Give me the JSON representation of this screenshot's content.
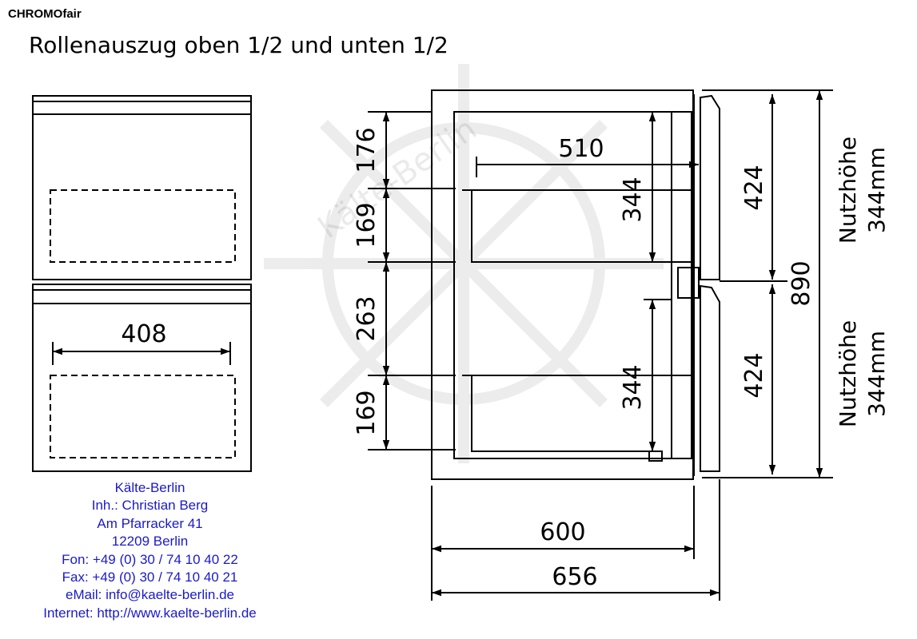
{
  "brand": "CHROMOfair",
  "title": "Rollenauszug oben 1/2 und unten 1/2",
  "dimensions": {
    "front_inner_width": "408",
    "drawer_depth": "510",
    "left_176": "176",
    "left_169_top": "169",
    "left_263": "263",
    "left_169_bottom": "169",
    "inner_344_top": "344",
    "inner_344_bottom": "344",
    "right_424_top": "424",
    "right_424_bottom": "424",
    "total_height": "890",
    "width_600": "600",
    "width_656": "656"
  },
  "labels": {
    "nutzhoehe_top": [
      "Nutzhöhe",
      "344mm"
    ],
    "nutzhoehe_bottom": [
      "Nutzhöhe",
      "344mm"
    ]
  },
  "contact": {
    "company": "Kälte-Berlin",
    "owner": "Inh.: Christian Berg",
    "street": "Am Pfarracker 41",
    "city": "12209 Berlin",
    "phone": "Fon: +49 (0) 30 / 74 10 40 22",
    "fax": "Fax: +49 (0) 30 / 74 10 40 21",
    "email": "eMail: info@kaelte-berlin.de",
    "internet": "Internet: http://www.kaelte-berlin.de"
  },
  "watermark": "Kälte-Berlin"
}
